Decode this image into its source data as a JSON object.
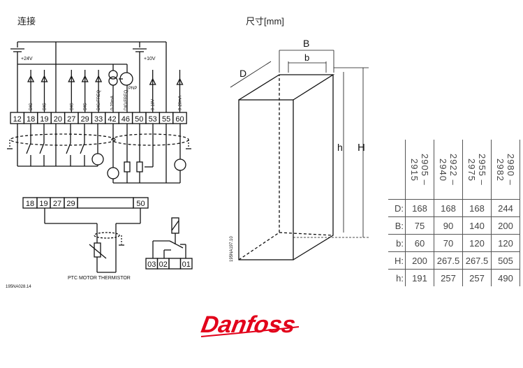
{
  "titles": {
    "connection": "连接",
    "dimensions": "尺寸[mm]"
  },
  "wiring": {
    "terminals": [
      "12",
      "18",
      "19",
      "20",
      "27",
      "29",
      "33",
      "42",
      "46",
      "50",
      "53",
      "55",
      "60"
    ],
    "signal_labels": [
      "DIG",
      "DIG",
      "DIG",
      "DIG",
      "DIG/FREQ",
      "0-20mA",
      "DIG/FREQ",
      "0-10V",
      "0-20mA"
    ],
    "supply_24v": "+24V",
    "supply_10v": "+10V",
    "pnp": "PNP",
    "thermistor_terminals": [
      "18",
      "19",
      "27",
      "29",
      "",
      "50"
    ],
    "thermistor_caption": "PTC MOTOR THERMISTOR",
    "relay_terminals": [
      "03",
      "02",
      "",
      "01"
    ],
    "drawing_id_1": "195NA028.14",
    "drawing_id_2": "195NA197.10"
  },
  "box": {
    "labels": {
      "B": "B",
      "b": "b",
      "D": "D",
      "h": "h",
      "H": "H"
    }
  },
  "table": {
    "columns": [
      "2905 –2915",
      "2922 –2940",
      "2955 –2975",
      "2980 –2982"
    ],
    "rows": [
      {
        "label": "D:",
        "values": [
          "168",
          "168",
          "168",
          "244"
        ]
      },
      {
        "label": "B:",
        "values": [
          "75",
          "90",
          "140",
          "200"
        ]
      },
      {
        "label": "b:",
        "values": [
          "60",
          "70",
          "120",
          "120"
        ]
      },
      {
        "label": "H:",
        "values": [
          "200",
          "267.5",
          "267.5",
          "505"
        ]
      },
      {
        "label": "h:",
        "values": [
          "191",
          "257",
          "257",
          "490"
        ]
      }
    ]
  },
  "logo": {
    "text": "Danfoss",
    "color": "#e2001a"
  }
}
